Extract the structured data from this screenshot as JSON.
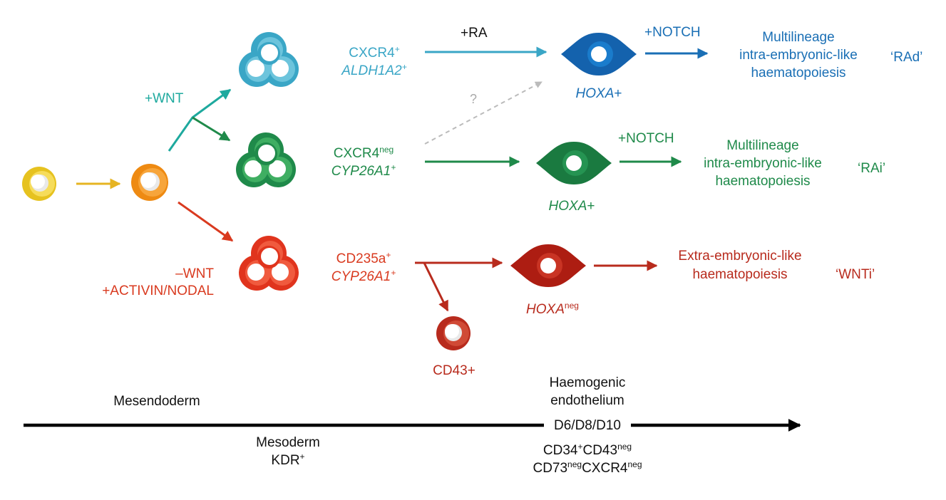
{
  "colors": {
    "blue": "#1a6fb5",
    "cyan": "#3aa6c6",
    "teal": "#1ea99e",
    "green": "#1f8a4a",
    "red": "#d93a1f",
    "dark_red": "#b82b1d",
    "yellow": "#e6c21f",
    "orange": "#ee8a12",
    "grey": "#aaaaaa"
  },
  "signals": {
    "wnt": "+WNT",
    "minus_wnt": "–WNT",
    "activin_nodal": "+ACTIVIN/NODAL",
    "ra": "+RA",
    "unknown": "?",
    "notch_top": "+NOTCH",
    "notch_middle": "+NOTCH"
  },
  "markers": {
    "top_line1": "CXCR4",
    "top_line1_sup": "+",
    "top_line2": "ALDH1A2",
    "top_line2_sup": "+",
    "middle_line1": "CXCR4",
    "middle_line1_sup": "neg",
    "middle_line2": "CYP26A1",
    "middle_line2_sup": "+",
    "bottom_line1": "CD235a",
    "bottom_line1_sup": "+",
    "bottom_line2": "CYP26A1",
    "bottom_line2_sup": "+"
  },
  "hoxa": {
    "top": "HOXA",
    "top_suffix": "+",
    "middle": "HOXA",
    "middle_suffix": "+",
    "bottom": "HOXA",
    "bottom_sup": "neg"
  },
  "cd43": "CD43+",
  "outcomes": {
    "top": [
      "Multilineage",
      "intra-embryonic-like",
      "haematopoiesis"
    ],
    "middle": [
      "Multilineage",
      "intra-embryonic-like",
      "haematopoiesis"
    ],
    "bottom": [
      "Extra-embryonic-like",
      "haematopoiesis"
    ]
  },
  "programs": {
    "top": "‘RAd’",
    "middle": "‘RAi’",
    "bottom": "‘WNTi’"
  },
  "timeline": {
    "mesendoderm": "Mesendoderm",
    "mesoderm": "Mesoderm",
    "kdr": "KDR",
    "kdr_sup": "+",
    "he_line1": "Haemogenic",
    "he_line2": "endothelium",
    "days": "D6/D8/D10",
    "cd34": "CD34",
    "cd34_sup": "+",
    "cd43": "CD43",
    "cd43_sup": "neg",
    "cd73": "CD73",
    "cd73_sup": "neg",
    "cxcr4": "CXCR4",
    "cxcr4_sup": "neg"
  }
}
